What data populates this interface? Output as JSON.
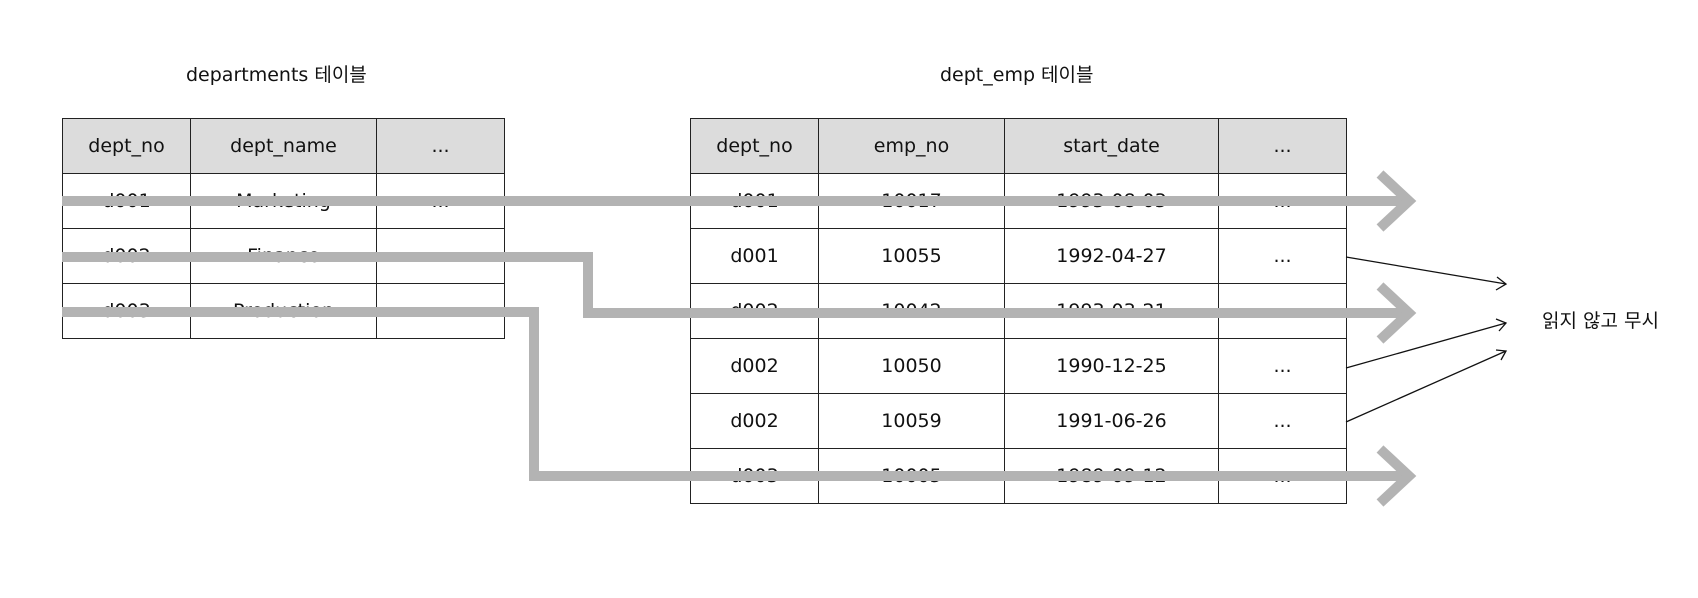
{
  "departments": {
    "caption": "departments 테이블",
    "headers": [
      "dept_no",
      "dept_name",
      "..."
    ],
    "rows": [
      [
        "d001",
        "Marketing",
        "..."
      ],
      [
        "d002",
        "Finance",
        "..."
      ],
      [
        "d003",
        "Production",
        "..."
      ]
    ]
  },
  "dept_emp": {
    "caption": "dept_emp 테이블",
    "headers": [
      "dept_no",
      "emp_no",
      "start_date",
      "..."
    ],
    "rows": [
      [
        "d001",
        "10017",
        "1993-08-03",
        "..."
      ],
      [
        "d001",
        "10055",
        "1992-04-27",
        "..."
      ],
      [
        "d002",
        "10042",
        "1993-03-21",
        "..."
      ],
      [
        "d002",
        "10050",
        "1990-12-25",
        "..."
      ],
      [
        "d002",
        "10059",
        "1991-06-26",
        "..."
      ],
      [
        "d003",
        "10005",
        "1989-09-12",
        "..."
      ]
    ]
  },
  "ignore_label": "읽지 않고 무시",
  "colors": {
    "header_bg": "#dcdcdc",
    "border": "#222222",
    "flow_arrow": "#b3b3b3",
    "skip_arrow": "#111111"
  }
}
